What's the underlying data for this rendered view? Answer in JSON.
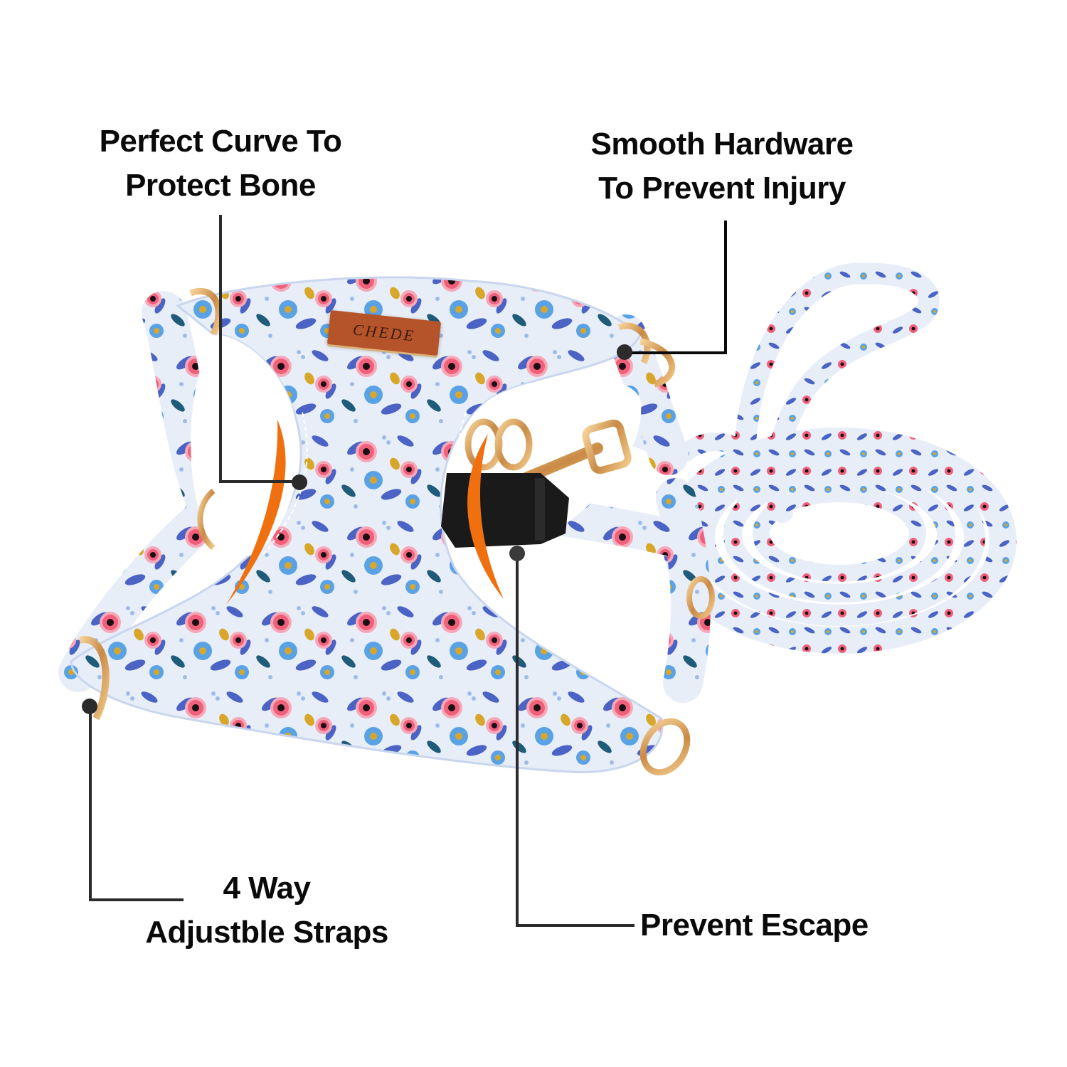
{
  "product": {
    "brand_tag": "CHEDE",
    "description": "Floral print step-in dog harness with matching leash",
    "colors": {
      "fabric_base": "#e8eef8",
      "rose_pink": "#f0607a",
      "rose_light": "#f7a8b8",
      "leaf_blue": "#4a63c4",
      "sky_blue": "#5aa2e6",
      "mustard": "#d8a72a",
      "teal": "#1f5c7a",
      "hardware_gold": "#d9a35a",
      "buckle_black": "#1a1a1a",
      "accent_orange": "#f07010",
      "callout_line": "#2b2b2b"
    }
  },
  "callouts": [
    {
      "id": "curve",
      "lines": [
        "Perfect Curve To",
        "Protect Bone"
      ]
    },
    {
      "id": "hardware",
      "lines": [
        "Smooth Hardware",
        "To Prevent Injury"
      ]
    },
    {
      "id": "straps",
      "lines": [
        "4 Way",
        "Adjustble Straps"
      ]
    },
    {
      "id": "escape",
      "lines": [
        "Prevent Escape"
      ]
    }
  ]
}
